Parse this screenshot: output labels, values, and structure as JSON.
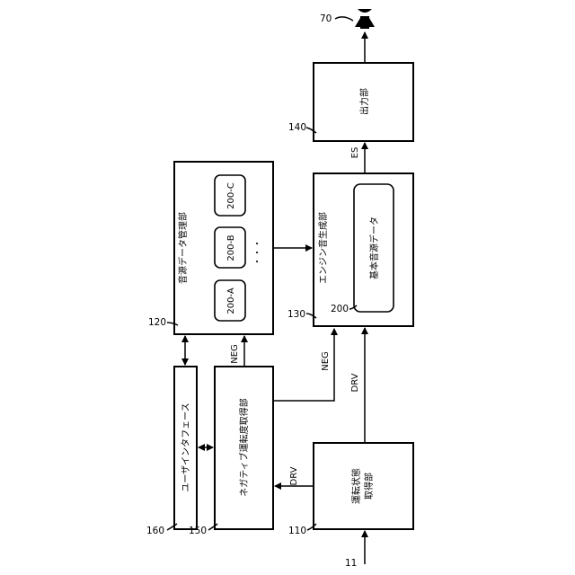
{
  "blocks": {
    "output_unit": {
      "ref": "140",
      "label": "出力部"
    },
    "engine_sound_generator": {
      "ref": "130",
      "label": "エンジン音生成部"
    },
    "basic_sound_data": {
      "ref": "200",
      "label": "基本音源データ"
    },
    "sound_data_manager": {
      "ref": "120",
      "label": "音源データ管理部"
    },
    "sound_items": [
      "200-A",
      "200-B",
      "200-C"
    ],
    "ellipsis": "・・・",
    "user_interface": {
      "ref": "160",
      "label": "ユーザインタフェース"
    },
    "negative_driving_acquirer": {
      "ref": "150",
      "label": "ネガティブ運転度取得部"
    },
    "driving_state_acquirer": {
      "ref": "110",
      "label_line1": "運転状態",
      "label_line2": "取得部"
    }
  },
  "speaker": {
    "ref": "70"
  },
  "input": {
    "ref": "11"
  },
  "signals": {
    "es": "ES",
    "drv_top": "DRV",
    "drv_bottom": "DRV",
    "neg_left": "NEG",
    "neg_right": "NEG"
  }
}
